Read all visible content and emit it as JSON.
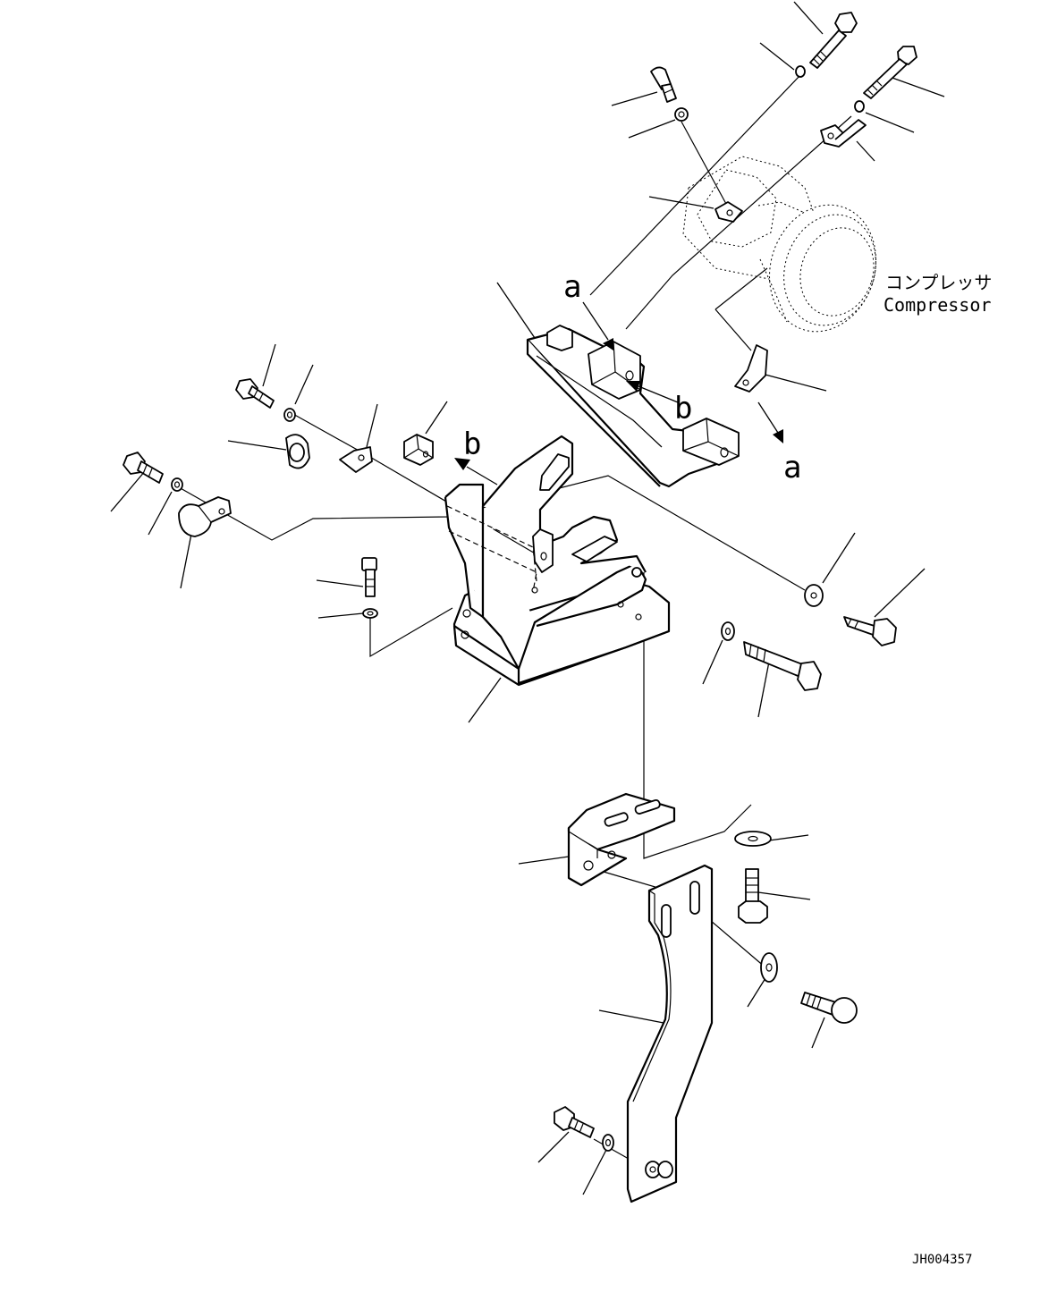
{
  "labels": {
    "compressor_jp": "コンプレッサ",
    "compressor_en": "Compressor",
    "mark_a": "a",
    "mark_b": "b",
    "drawing_number": "JH004357"
  }
}
